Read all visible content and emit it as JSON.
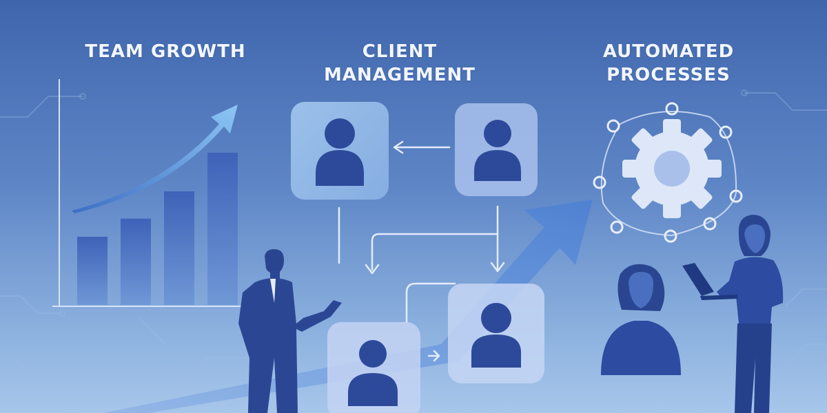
{
  "headings": {
    "team_growth": "TEAM GROWTH",
    "client_management": [
      "CLIENT",
      "MANAGEMENT"
    ],
    "automated_processes": [
      "AUTOMATED",
      "PROCESSES"
    ]
  },
  "icons": {
    "growth_chart": "bar-chart-icon",
    "growth_arrow": "trend-up-arrow-icon",
    "client_node": "user-avatar-icon",
    "process": "gear-icon",
    "big_arrow": "upward-arrow-icon"
  },
  "illustration": {
    "growth_bar_levels": [
      0.3,
      0.38,
      0.5,
      0.67
    ],
    "client_cards": 4,
    "people": [
      "businessman-presenting",
      "seated-woman",
      "woman-with-laptop"
    ]
  },
  "colors": {
    "bg_top": "#3f66ad",
    "bg_bottom": "#a7c6ea",
    "bar_dark": "#3d5fb3",
    "bar_light": "#7aa3dc",
    "card_fill": "#9cc1ec",
    "avatar": "#2d4a9a",
    "figure": "#2b4794",
    "gear": "#dde7f8",
    "heading_text": "#f2f6ff"
  }
}
